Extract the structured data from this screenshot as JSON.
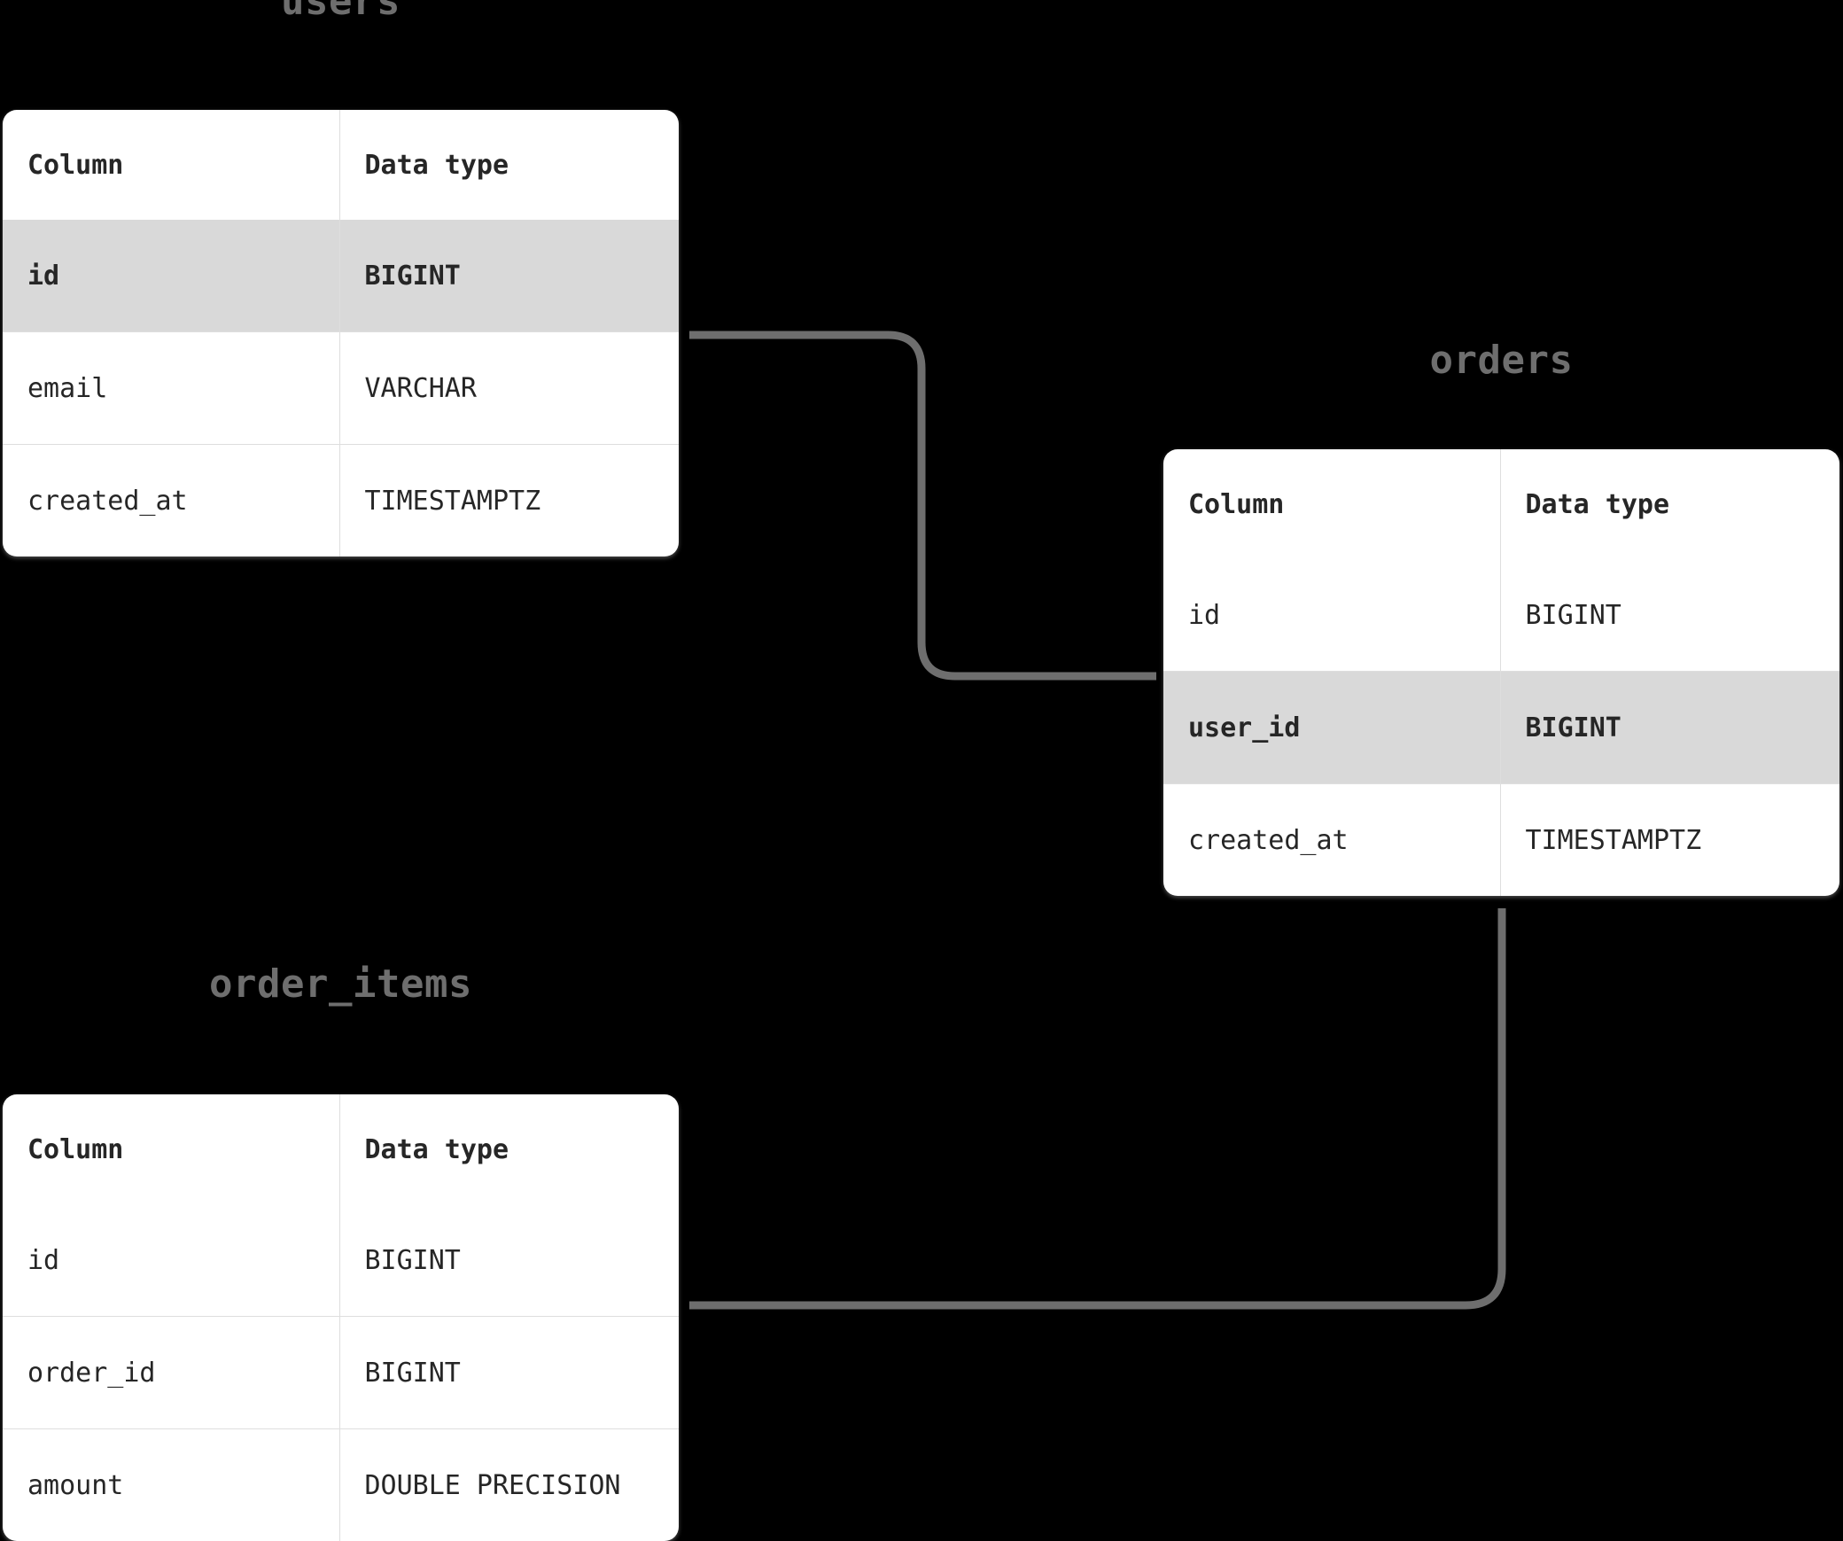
{
  "diagram": {
    "kind": "entity-relationship-diagram",
    "background_color": "#000000",
    "card_background": "#ffffff",
    "title_color": "#6e6e6e",
    "text_color": "#262626",
    "highlight_row_color": "#d9d9d9",
    "grid_line_color": "#dedede",
    "edge_color": "#6e6e6e"
  },
  "headers": {
    "column": "Column",
    "data_type": "Data type"
  },
  "tables": [
    {
      "id": "users",
      "title": "users",
      "columns": [
        {
          "name": "id",
          "type": "BIGINT",
          "highlighted": true
        },
        {
          "name": "email",
          "type": "VARCHAR",
          "highlighted": false
        },
        {
          "name": "created_at",
          "type": "TIMESTAMPTZ",
          "highlighted": false
        }
      ]
    },
    {
      "id": "orders",
      "title": "orders",
      "columns": [
        {
          "name": "id",
          "type": "BIGINT",
          "highlighted": false
        },
        {
          "name": "user_id",
          "type": "BIGINT",
          "highlighted": true
        },
        {
          "name": "created_at",
          "type": "TIMESTAMPTZ",
          "highlighted": false
        }
      ]
    },
    {
      "id": "order_items",
      "title": "order_items",
      "columns": [
        {
          "name": "id",
          "type": "BIGINT",
          "highlighted": false
        },
        {
          "name": "order_id",
          "type": "BIGINT",
          "highlighted": false
        },
        {
          "name": "amount",
          "type": "DOUBLE PRECISION",
          "highlighted": false
        }
      ]
    }
  ],
  "relationships": [
    {
      "id": "users-to-orders",
      "from": "users.id",
      "to": "orders.user_id"
    },
    {
      "id": "orders-to-order-items",
      "from": "orders.id",
      "to": "order_items.order_id"
    }
  ]
}
